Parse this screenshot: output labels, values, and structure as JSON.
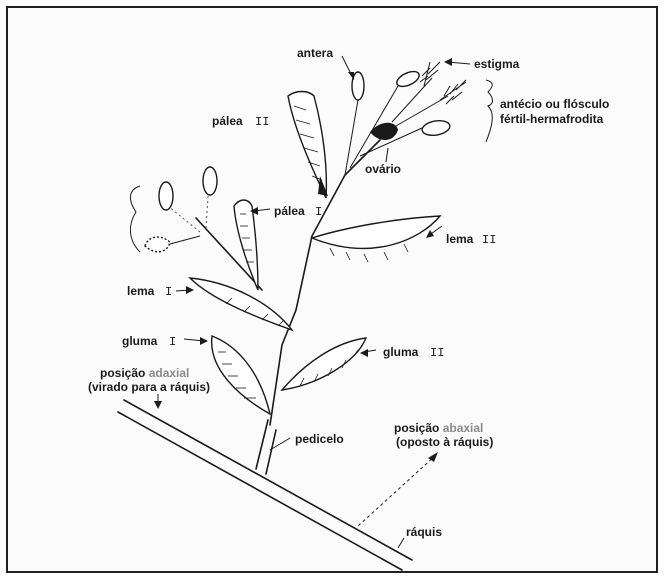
{
  "labels": {
    "antera": "antera",
    "estigma": "estigma",
    "antecio_line1": "antécio ou flósculo",
    "antecio_line2": "fértil-hermafrodita",
    "palea2_word": "pálea",
    "palea2_num": "II",
    "ovario": "ovário",
    "palea1_word": "pálea",
    "palea1_num": "I",
    "lema2_word": "lema",
    "lema2_num": "II",
    "lema1_word": "lema",
    "lema1_num": "I",
    "gluma1_word": "gluma",
    "gluma1_num": "I",
    "gluma2_word": "gluma",
    "gluma2_num": "II",
    "adaxial_prefix": "posição ",
    "adaxial_word": "adaxial",
    "adaxial_line2": "(virado para a ráquis)",
    "abaxial_prefix": "posição ",
    "abaxial_word": "abaxial",
    "abaxial_line2": "(oposto à ráquis)",
    "pedicelo": "pedicelo",
    "raquis": "ráquis"
  },
  "colors": {
    "ink": "#1a1a1a",
    "highlight": "#8a8a8a",
    "frame": "#202020"
  }
}
